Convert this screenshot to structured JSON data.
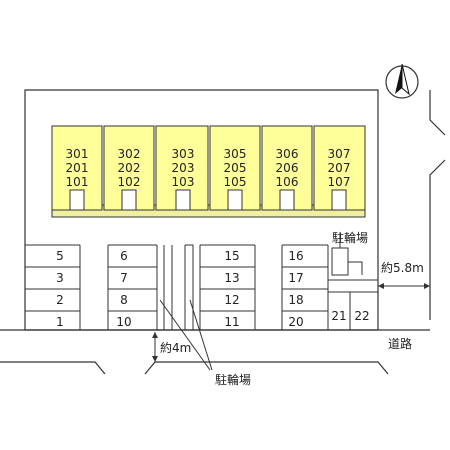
{
  "compass": {
    "icon": "north-arrow-icon"
  },
  "buildings": [
    {
      "rooms": [
        "301",
        "201",
        "101"
      ]
    },
    {
      "rooms": [
        "302",
        "202",
        "102"
      ]
    },
    {
      "rooms": [
        "303",
        "203",
        "103"
      ]
    },
    {
      "rooms": [
        "305",
        "205",
        "105"
      ]
    },
    {
      "rooms": [
        "306",
        "206",
        "106"
      ]
    },
    {
      "rooms": [
        "307",
        "207",
        "107"
      ]
    }
  ],
  "parking": {
    "left": [
      "5",
      "3",
      "2",
      "1"
    ],
    "center_left": [
      "6",
      "7",
      "8",
      "10"
    ],
    "center_right": [
      "15",
      "13",
      "12",
      "11"
    ],
    "right": [
      "16",
      "17",
      "18",
      "20"
    ],
    "small": [
      "21",
      "22"
    ]
  },
  "labels": {
    "bike_top": "駐輪場",
    "bike_bottom": "駐輪場",
    "road_width_right": "約5.8m",
    "road": "道路",
    "road_width_bottom": "約4m"
  },
  "colors": {
    "building_fill": "#ffff99",
    "building_roof": "#f0f0a0",
    "line": "#333333"
  }
}
